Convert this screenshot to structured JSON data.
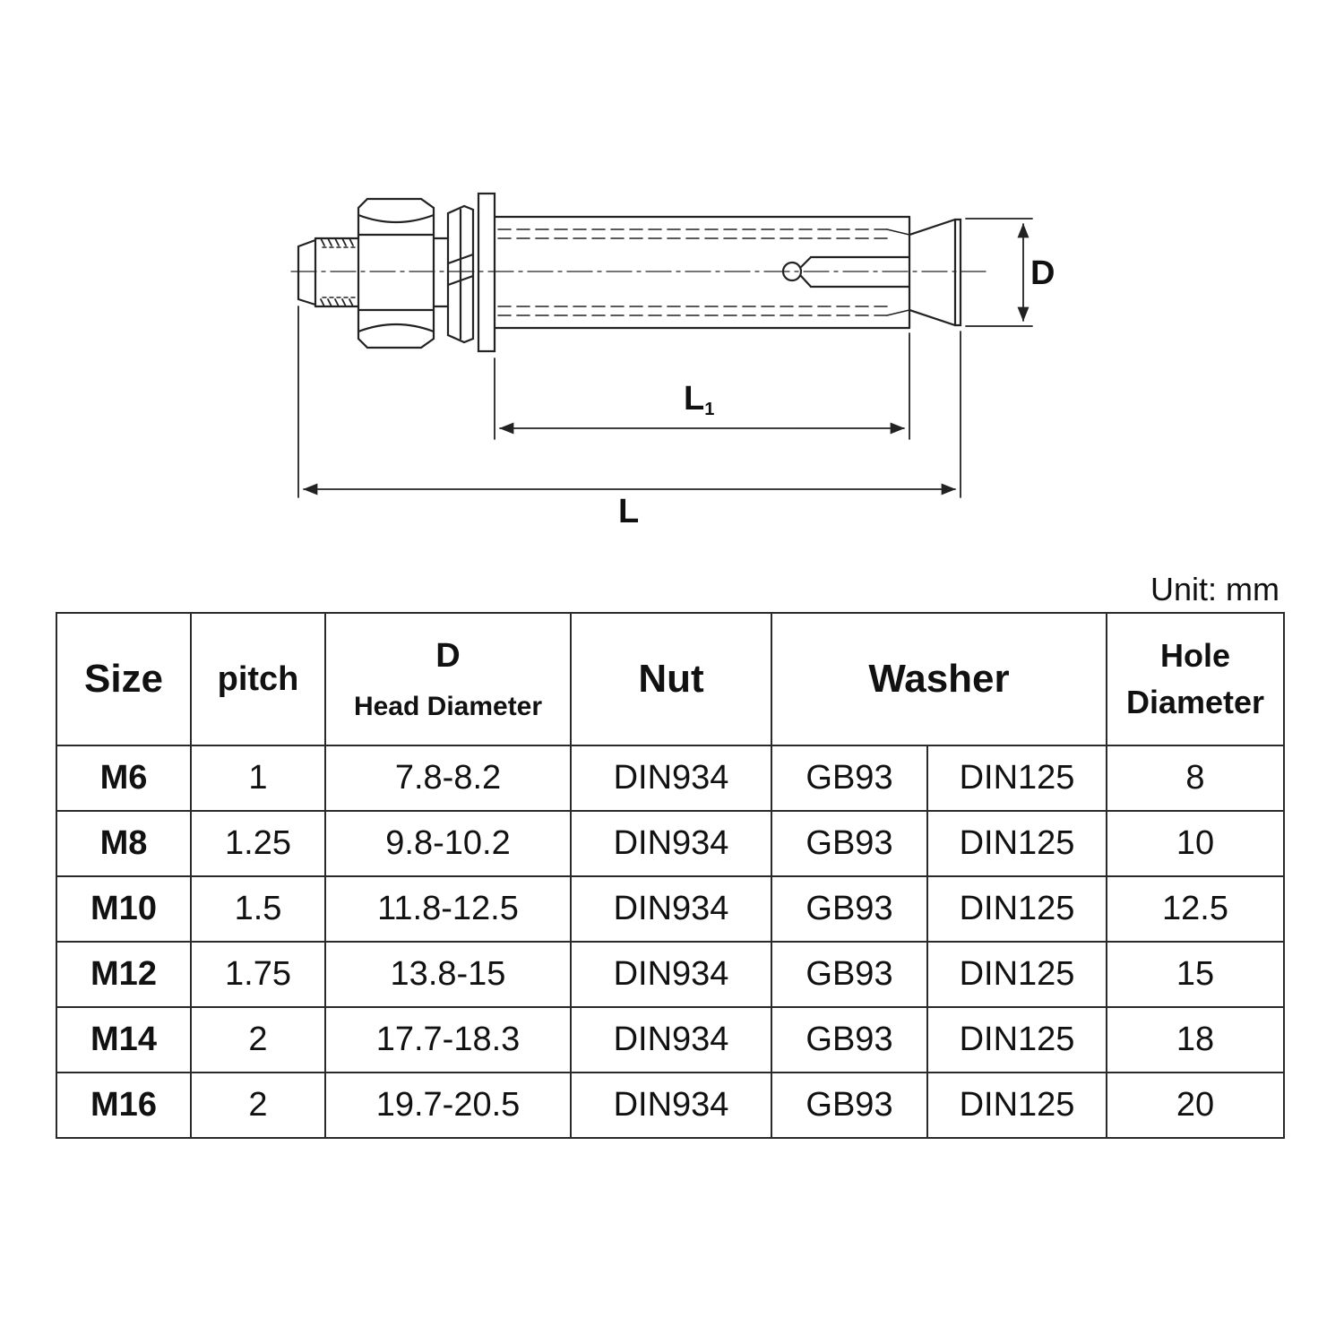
{
  "diagram": {
    "label_D": "D",
    "label_L1_main": "L",
    "label_L1_sub": "1",
    "label_L": "L"
  },
  "unit_note": "Unit: mm",
  "table": {
    "headers": {
      "size": "Size",
      "pitch": "pitch",
      "d_main": "D",
      "d_sub": "Head Diameter",
      "nut": "Nut",
      "washer": "Washer",
      "hole_line1": "Hole",
      "hole_line2": "Diameter"
    },
    "rows": [
      {
        "size": "M6",
        "pitch": "1",
        "d": "7.8-8.2",
        "nut": "DIN934",
        "washer1": "GB93",
        "washer2": "DIN125",
        "hole": "8"
      },
      {
        "size": "M8",
        "pitch": "1.25",
        "d": "9.8-10.2",
        "nut": "DIN934",
        "washer1": "GB93",
        "washer2": "DIN125",
        "hole": "10"
      },
      {
        "size": "M10",
        "pitch": "1.5",
        "d": "11.8-12.5",
        "nut": "DIN934",
        "washer1": "GB93",
        "washer2": "DIN125",
        "hole": "12.5"
      },
      {
        "size": "M12",
        "pitch": "1.75",
        "d": "13.8-15",
        "nut": "DIN934",
        "washer1": "GB93",
        "washer2": "DIN125",
        "hole": "15"
      },
      {
        "size": "M14",
        "pitch": "2",
        "d": "17.7-18.3",
        "nut": "DIN934",
        "washer1": "GB93",
        "washer2": "DIN125",
        "hole": "18"
      },
      {
        "size": "M16",
        "pitch": "2",
        "d": "19.7-20.5",
        "nut": "DIN934",
        "washer1": "GB93",
        "washer2": "DIN125",
        "hole": "20"
      }
    ]
  }
}
